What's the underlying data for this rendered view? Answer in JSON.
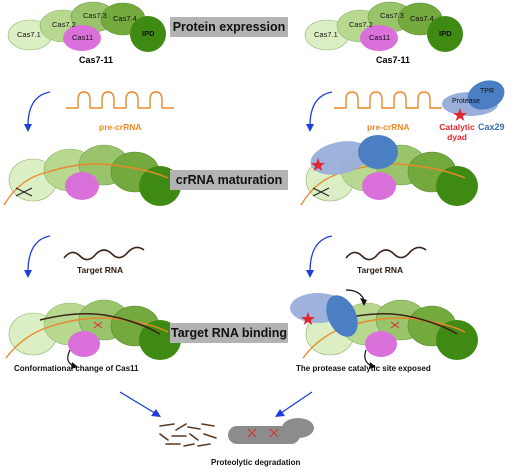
{
  "stages": {
    "protein_expression": "Protein expression",
    "crrna_maturation": "crRNA maturation",
    "target_binding": "Target RNA binding"
  },
  "complex": {
    "name": "Cas7-11",
    "subunits": [
      "Cas7.1",
      "Cas7.2",
      "Cas7.3",
      "Cas7.4",
      "IPD",
      "Cas11"
    ]
  },
  "labels": {
    "pre_crrna": "pre-crRNA",
    "target_rna": "Target RNA",
    "protease": "Protease",
    "tpr": "TPR",
    "cax29": "Cax29",
    "catalytic_dyad": "Catalytic\ndyad",
    "left_outcome": "Conformational change of Cas11",
    "right_outcome": "The protease catalytic site exposed",
    "degradation": "Proteolytic degradation"
  },
  "colors": {
    "stage_box": "#b3b3b3",
    "cas7_1": "#dceec4",
    "cas7_2": "#b8d88f",
    "cas7_3": "#9ac46c",
    "cas7_4": "#74a93e",
    "ipd": "#3e8a12",
    "cas11": "#da70da",
    "crrna": "#e8892b",
    "protease": "#9aaedc",
    "tpr": "#4a7fc4",
    "catalytic": "#e0262f",
    "arrow": "#1f3fdc",
    "fragment": "#5a3820",
    "degraded": "#8c8c8c"
  }
}
